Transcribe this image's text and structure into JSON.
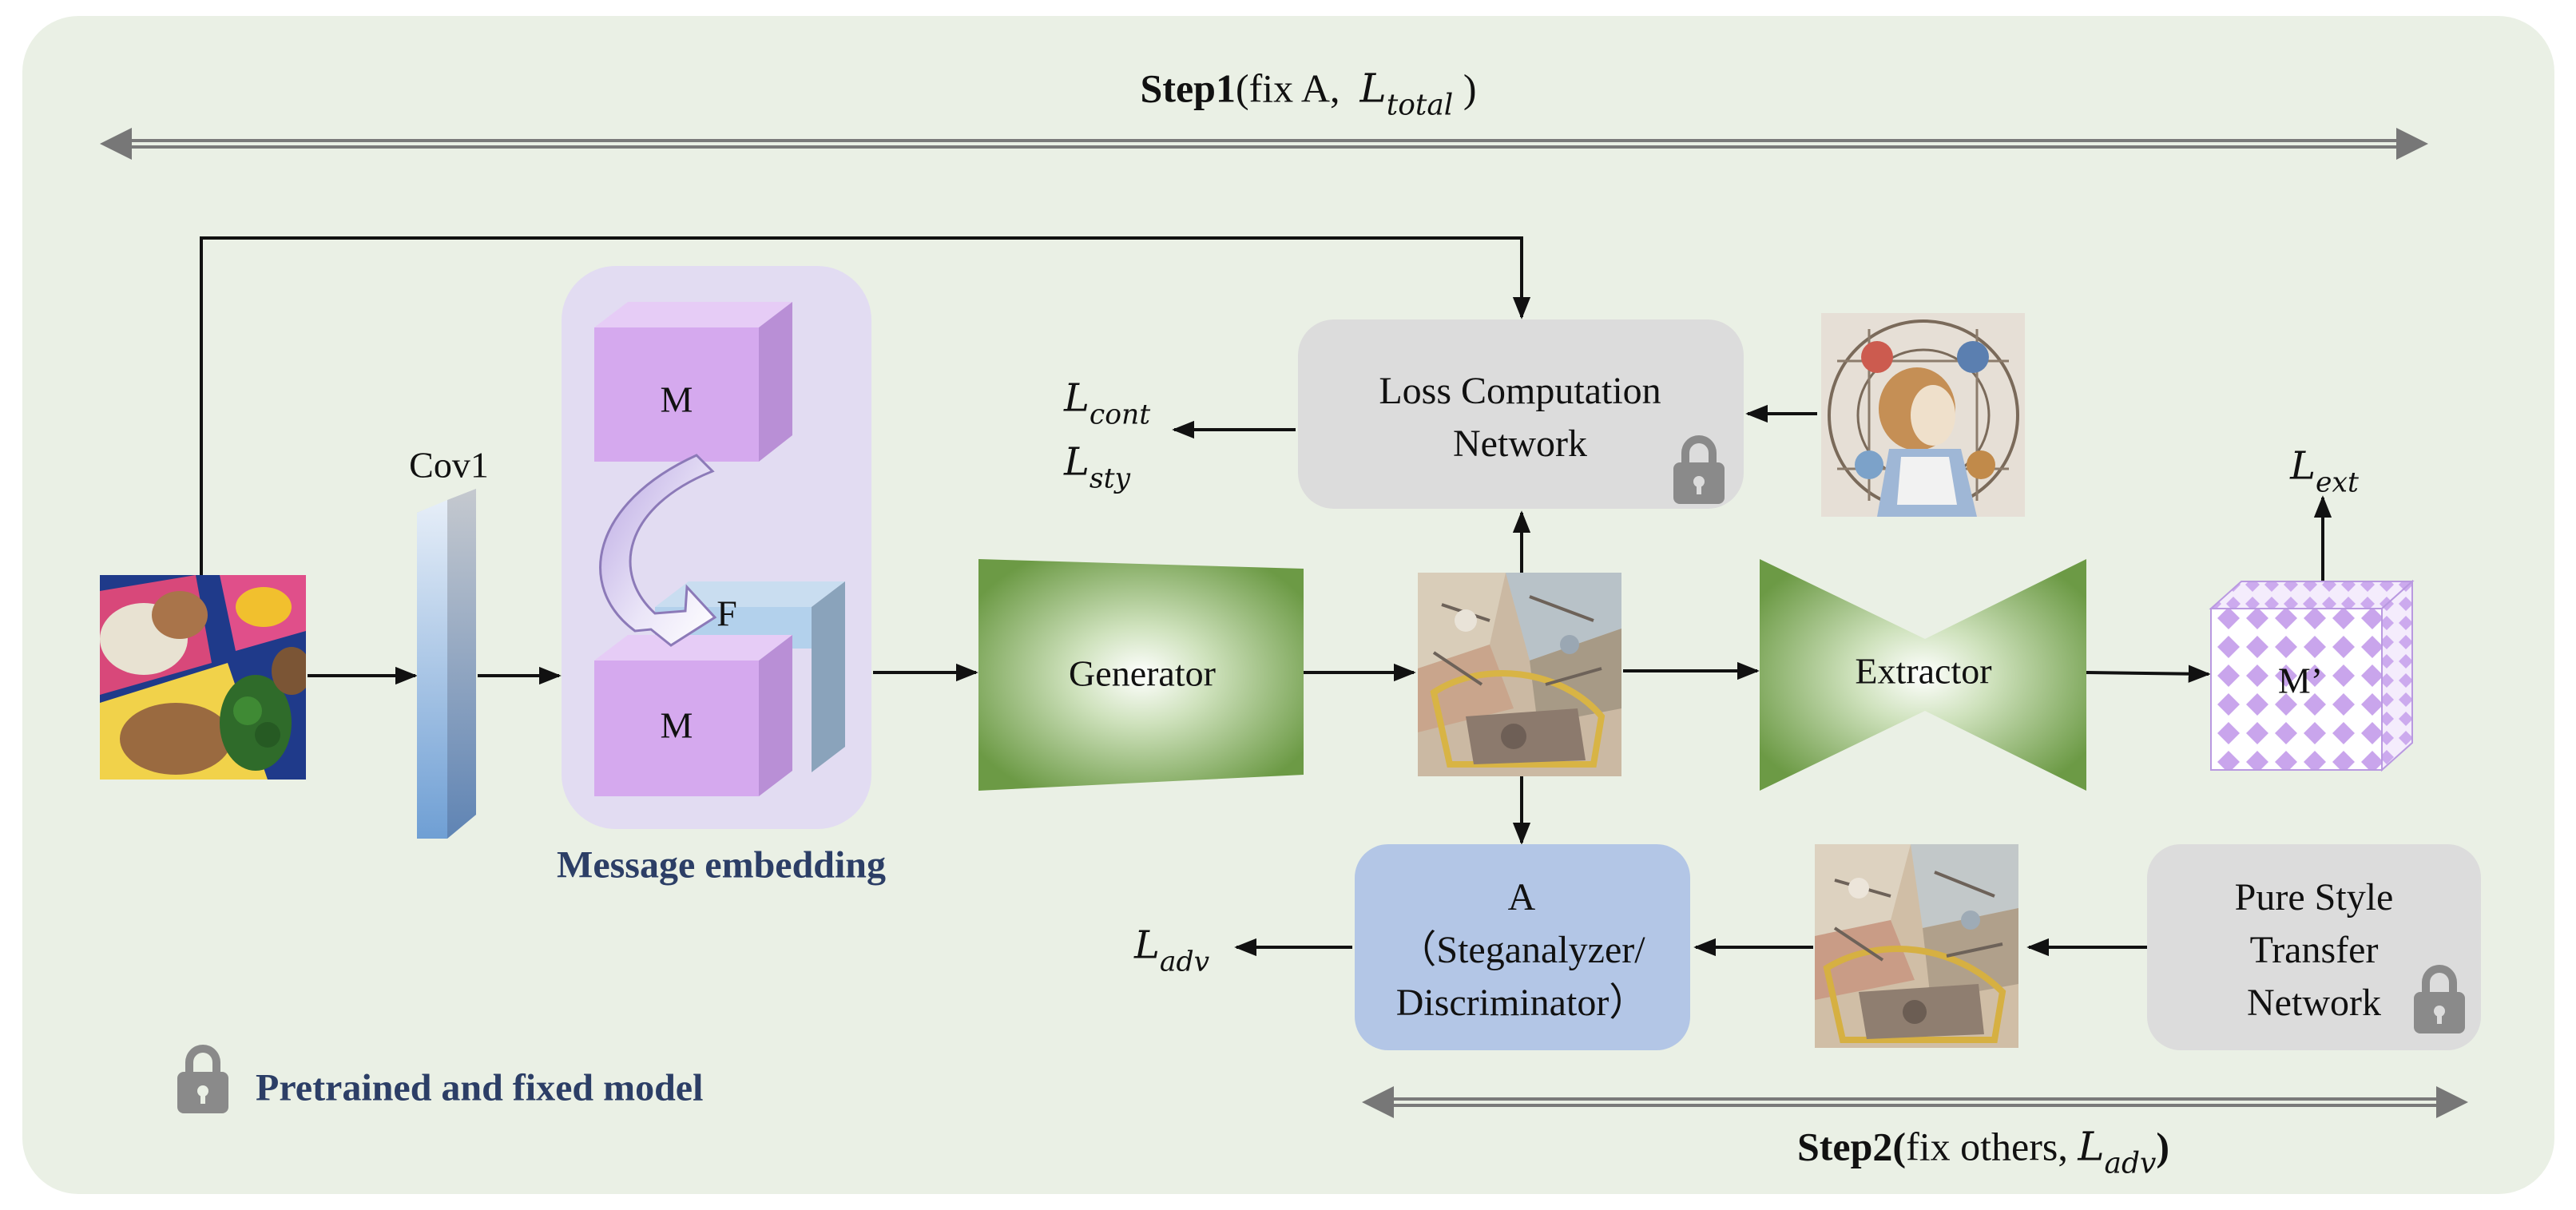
{
  "step1": {
    "label_bold": "Step1",
    "label_rest": "(fix A,",
    "loss_letter": "L",
    "loss_sub": "total",
    "close": ")"
  },
  "step2": {
    "label_bold": "Step2(",
    "label_rest": "fix others,",
    "loss_letter": "L",
    "loss_sub": "adv",
    "close": ")"
  },
  "cov": {
    "label": "Cov1"
  },
  "embedding": {
    "m_top": "M",
    "f": "F",
    "m_bottom": "M",
    "caption": "Message embedding"
  },
  "generator": {
    "label": "Generator"
  },
  "extractor": {
    "label": "Extractor"
  },
  "loss_net": {
    "line1": "Loss Computation",
    "line2": "Network"
  },
  "losses": {
    "cont": {
      "letter": "L",
      "sub": "cont"
    },
    "sty": {
      "letter": "L",
      "sub": "sty"
    },
    "ext": {
      "letter": "L",
      "sub": "ext"
    },
    "adv": {
      "letter": "L",
      "sub": "adv"
    }
  },
  "steganalyzer": {
    "line1": "A",
    "line2": "（Steganalyzer/",
    "line3": "Discriminator）"
  },
  "pure_style": {
    "line1": "Pure Style",
    "line2": "Transfer",
    "line3": "Network"
  },
  "message_cube": {
    "label": "M’"
  },
  "legend": {
    "label": "Pretrained and fixed model",
    "icon": "lock-icon"
  },
  "colors": {
    "panel_bg": "#eaf0e5",
    "embedding_bg": "#e2dcf2",
    "cube_face": "#d8aef0",
    "gray_box": "#dcdcdc",
    "blue_box": "#b3c6e6",
    "green_block": "#6e9a4a",
    "title_blue": "#2c3e66"
  }
}
